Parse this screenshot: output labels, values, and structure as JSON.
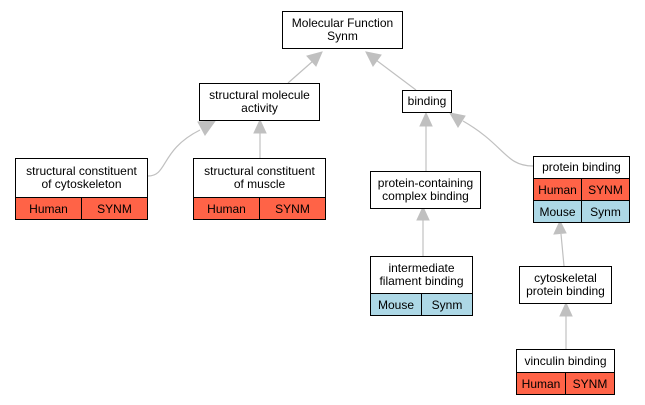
{
  "colors": {
    "human": "#ff6347",
    "mouse": "#add8e6",
    "edge": "#c0c0c0"
  },
  "nodes": [
    {
      "id": "mf",
      "label": "Molecular Function\nSynm",
      "annotations": []
    },
    {
      "id": "sma",
      "label": "structural molecule\nactivity",
      "annotations": []
    },
    {
      "id": "binding",
      "label": "binding",
      "annotations": []
    },
    {
      "id": "scc",
      "label": "structural constituent\nof cytoskeleton",
      "annotations": [
        {
          "species": "Human",
          "gene": "SYNM",
          "color": "#ff6347"
        }
      ]
    },
    {
      "id": "scm",
      "label": "structural constituent\nof muscle",
      "annotations": [
        {
          "species": "Human",
          "gene": "SYNM",
          "color": "#ff6347"
        }
      ]
    },
    {
      "id": "pccb",
      "label": "protein-containing\ncomplex binding",
      "annotations": []
    },
    {
      "id": "pb",
      "label": "protein binding",
      "annotations": [
        {
          "species": "Human",
          "gene": "SYNM",
          "color": "#ff6347"
        },
        {
          "species": "Mouse",
          "gene": "Synm",
          "color": "#add8e6"
        }
      ]
    },
    {
      "id": "ifb",
      "label": "intermediate\nfilament binding",
      "annotations": [
        {
          "species": "Mouse",
          "gene": "Synm",
          "color": "#add8e6"
        }
      ]
    },
    {
      "id": "cpb",
      "label": "cytoskeletal\nprotein binding",
      "annotations": []
    },
    {
      "id": "vb",
      "label": "vinculin binding",
      "annotations": [
        {
          "species": "Human",
          "gene": "SYNM",
          "color": "#ff6347"
        }
      ]
    }
  ],
  "edges": [
    {
      "from": "sma",
      "to": "mf"
    },
    {
      "from": "binding",
      "to": "mf"
    },
    {
      "from": "scc",
      "to": "sma"
    },
    {
      "from": "scm",
      "to": "sma"
    },
    {
      "from": "pccb",
      "to": "binding"
    },
    {
      "from": "pb",
      "to": "binding"
    },
    {
      "from": "ifb",
      "to": "pccb"
    },
    {
      "from": "cpb",
      "to": "pb"
    },
    {
      "from": "vb",
      "to": "cpb"
    }
  ]
}
